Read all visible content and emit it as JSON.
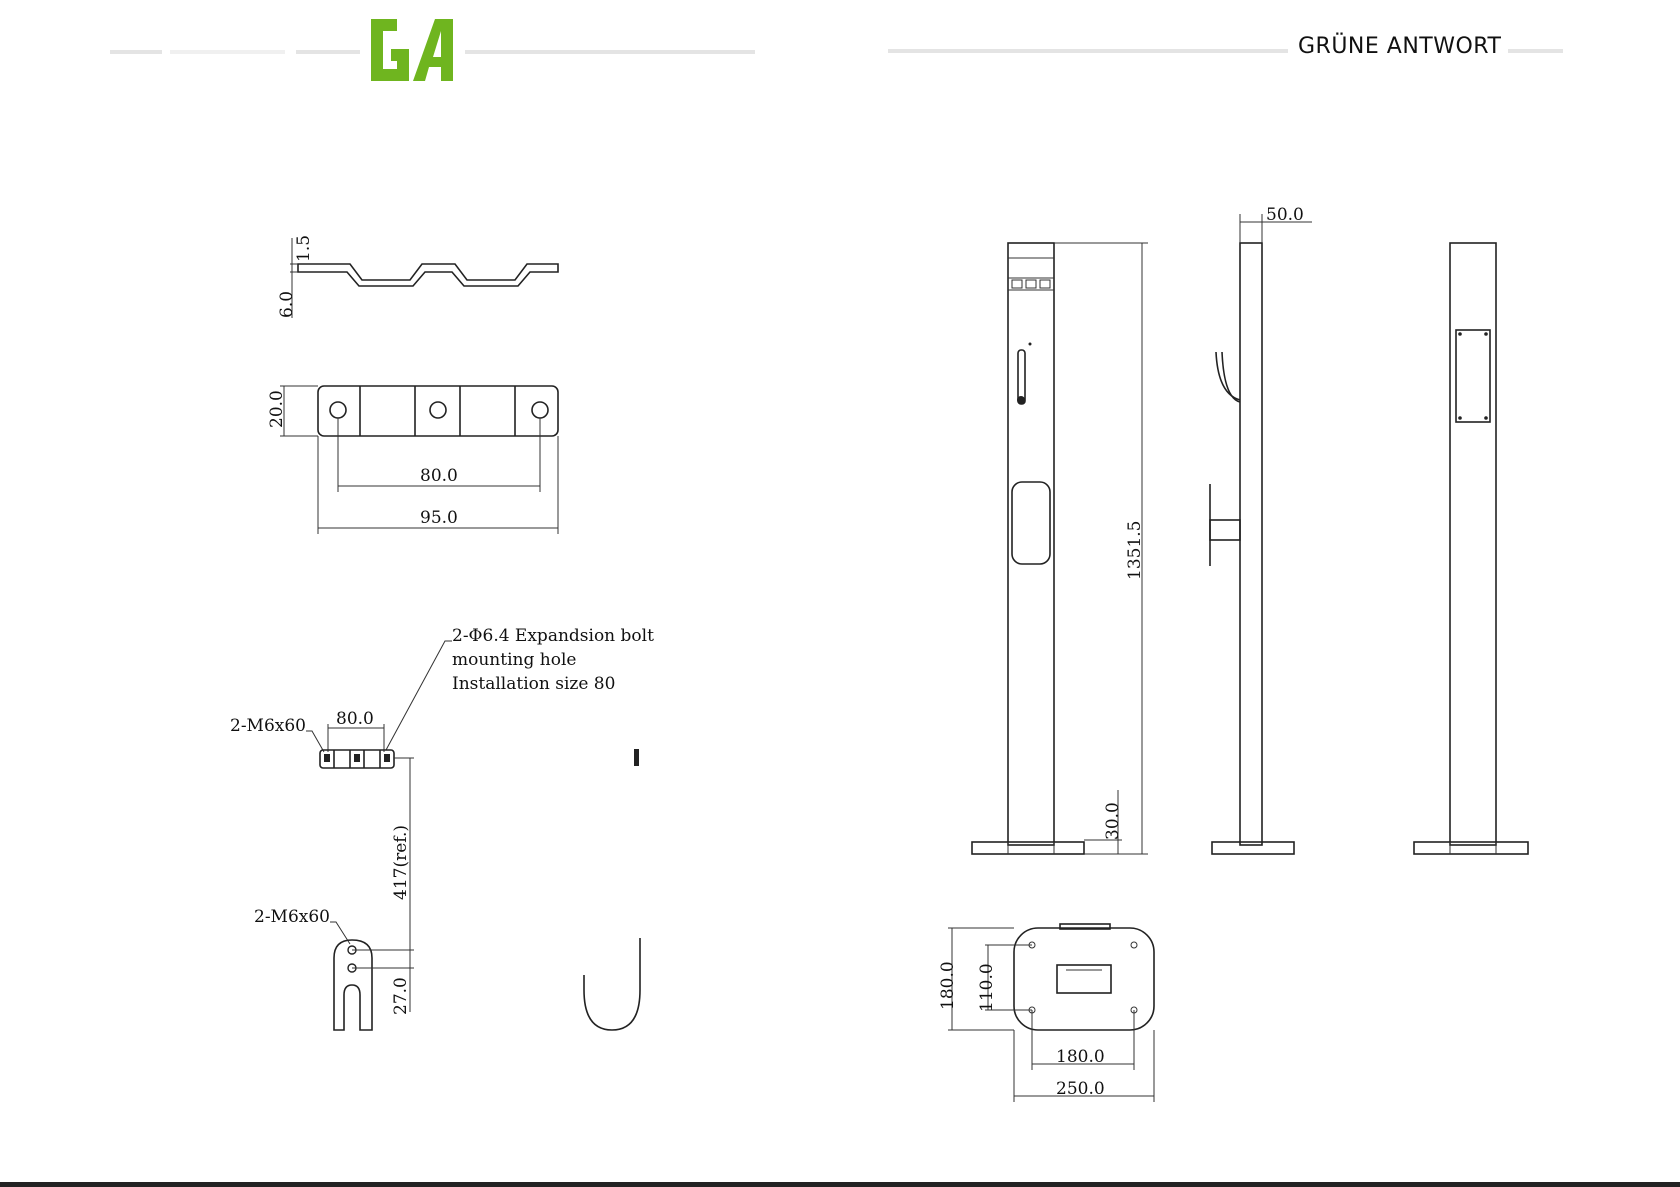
{
  "header": {
    "brand_text": "GRÜNE ANTWORT",
    "logo_icon": "ga-logo-icon",
    "accent_color": "#6fb51f"
  },
  "bracket_drawing": {
    "dim_thickness": "1.5",
    "dim_height": "6.0",
    "dim_width": "20.0",
    "dim_hole_spacing": "80.0",
    "dim_length": "95.0"
  },
  "installation_drawing": {
    "bolt_note_line1": "2-Φ6.4 Expandsion bolt",
    "bolt_note_line2": "mounting hole",
    "bolt_note_line3": "Installation size 80",
    "screw_top_label": "2-M6x60",
    "screw_bottom_label": "2-M6x60",
    "dim_spacing": "80.0",
    "dim_vertical_ref": "417(ref.)",
    "dim_hook_height": "27.0"
  },
  "pillar_drawing": {
    "dim_depth": "50.0",
    "dim_height": "1351.5",
    "dim_base_height": "30.0",
    "dim_base_depth": "180.0",
    "dim_hole_depth": "110.0",
    "dim_hole_width": "180.0",
    "dim_base_width": "250.0"
  }
}
